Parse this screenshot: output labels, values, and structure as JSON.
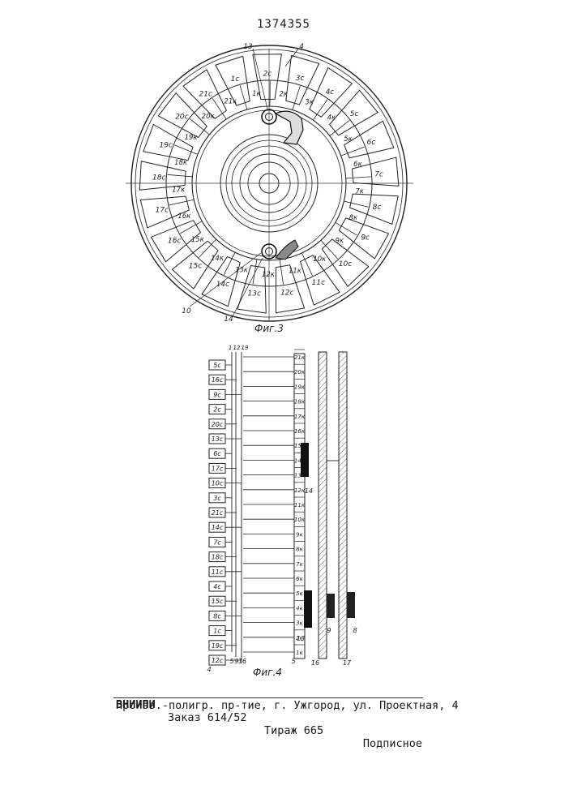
{
  "document_number": "1374355",
  "fig3": {
    "caption": "Фиг.3",
    "outer_contacts": [
      "1с",
      "2с",
      "3с",
      "4с",
      "5с",
      "6с",
      "7с",
      "8с",
      "9с",
      "10с",
      "11с",
      "12с",
      "13с",
      "14с",
      "15с",
      "16с",
      "17с",
      "18с",
      "19с",
      "20с",
      "21с"
    ],
    "inner_contacts": [
      "1к",
      "2к",
      "3к",
      "4к",
      "5к",
      "6к",
      "7к",
      "8к",
      "9к",
      "10к",
      "11к",
      "12к",
      "13к",
      "14к",
      "15к",
      "16к",
      "17к",
      "18к",
      "19к",
      "20к",
      "21к"
    ],
    "callouts": [
      "13",
      "4",
      "10",
      "14"
    ]
  },
  "fig4": {
    "caption": "Фиг.4",
    "top_labels": [
      "1",
      "12",
      "19"
    ],
    "left_blocks": [
      "5с",
      "16с",
      "9с",
      "2с",
      "20с",
      "13с",
      "6с",
      "17с",
      "10с",
      "3с",
      "21с",
      "14с",
      "7с",
      "18с",
      "11с",
      "4с",
      "15с",
      "8с",
      "1с",
      "19с",
      "12с"
    ],
    "right_blocks": [
      "21к",
      "20к",
      "19к",
      "18к",
      "17к",
      "16к",
      "15к",
      "14к",
      "13к",
      "12к",
      "11к",
      "10к",
      "9к",
      "8к",
      "7к",
      "6к",
      "5к",
      "4к",
      "3к",
      "2к",
      "1к"
    ],
    "bottom_labels": [
      "4",
      "5",
      "9",
      "16",
      "5"
    ],
    "callouts": [
      "14",
      "13",
      "16",
      "17",
      "9",
      "8"
    ]
  },
  "footer": {
    "org": "ВНИИПИ",
    "order": "Заказ 614/52",
    "circulation": "Тираж 665",
    "subscription": "Подписное",
    "address": "Произв.-полигр. пр-тие, г. Ужгород, ул. Проектная, 4"
  }
}
